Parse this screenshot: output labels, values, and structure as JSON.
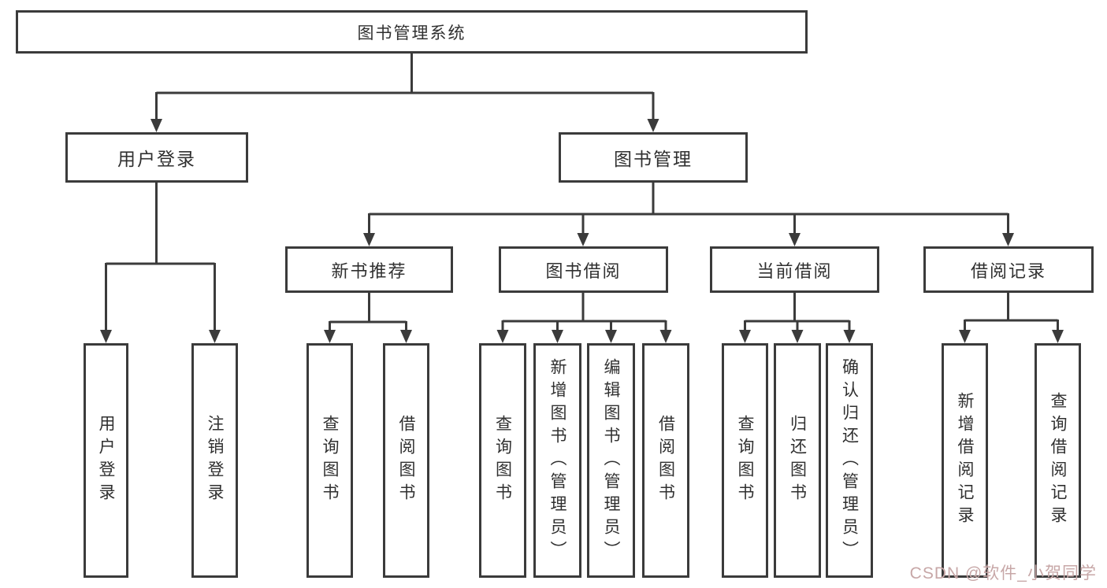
{
  "colors": {
    "line": "#3b3b3b",
    "box_border": "#3b3b3b",
    "text": "#303030",
    "watermark": "#c7a7a7",
    "background": "#ffffff"
  },
  "diagram": {
    "root": {
      "label": "图书管理系统"
    },
    "branches": [
      {
        "label": "用户登录",
        "children": [
          {
            "label": "用户登录"
          },
          {
            "label": "注销登录"
          }
        ]
      },
      {
        "label": "图书管理",
        "children": [
          {
            "label": "新书推荐",
            "children": [
              {
                "label": "查询图书"
              },
              {
                "label": "借阅图书"
              }
            ]
          },
          {
            "label": "图书借阅",
            "children": [
              {
                "label": "查询图书"
              },
              {
                "label": "新增图书（管理员）"
              },
              {
                "label": "编辑图书（管理员）"
              },
              {
                "label": "借阅图书"
              }
            ]
          },
          {
            "label": "当前借阅",
            "children": [
              {
                "label": "查询图书"
              },
              {
                "label": "归还图书"
              },
              {
                "label": "确认归还（管理员）"
              }
            ]
          },
          {
            "label": "借阅记录",
            "children": [
              {
                "label": "新增借阅记录"
              },
              {
                "label": "查询借阅记录"
              }
            ]
          }
        ]
      }
    ]
  },
  "watermark": {
    "text": "CSDN @软件_小贺同学"
  }
}
